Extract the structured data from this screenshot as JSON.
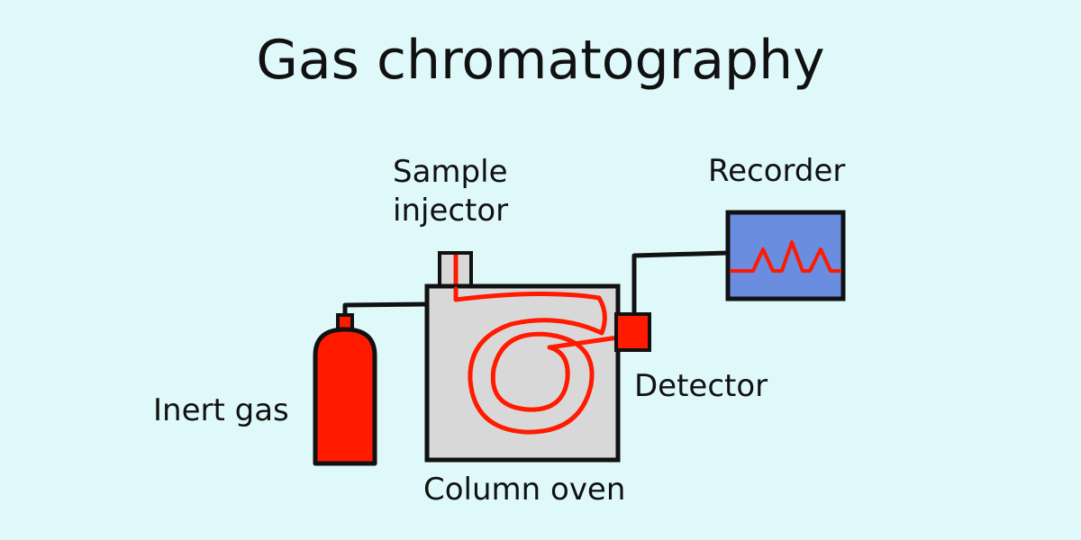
{
  "title": "Gas chromatography",
  "labels": {
    "sample_injector_line1": "Sample",
    "sample_injector_line2": "injector",
    "recorder": "Recorder",
    "inert_gas": "Inert gas",
    "detector": "Detector",
    "column_oven": "Column oven"
  },
  "colors": {
    "background": "#dff9fb",
    "outline": "#111111",
    "oven_fill": "#d8d8d8",
    "column_red": "#ff1a00",
    "recorder_screen": "#6b8de0"
  }
}
